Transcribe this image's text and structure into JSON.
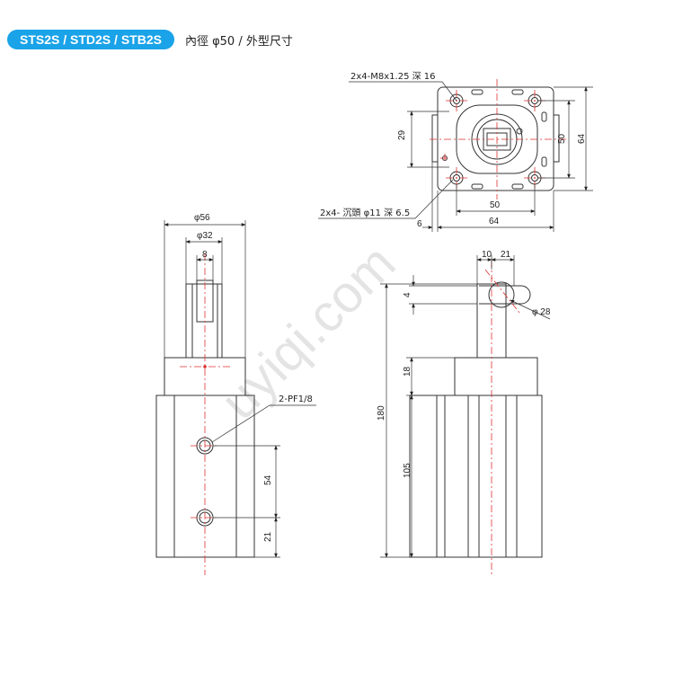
{
  "header": {
    "model": "STS2S / STD2S / STB2S",
    "spec": "內徑 φ50 / 外型尺寸"
  },
  "top_view": {
    "tap_note": "2x4-M8x1.25 深 16",
    "cbore_note": "2x4- 沉頭 φ11 深 6.5",
    "dim_29": "29",
    "dim_50_v": "50",
    "dim_64_v": "64",
    "dim_50_h": "50",
    "dim_64_h": "64",
    "dim_6": "6"
  },
  "front_view": {
    "dia_56": "φ56",
    "dia_32": "φ32",
    "dim_8": "8",
    "port_note": "2-PF1/8",
    "dim_54": "54",
    "dim_21": "21"
  },
  "side_view": {
    "dim_10": "10",
    "dim_21": "21",
    "dim_4": "4",
    "dia_28": "φ 28",
    "dim_180": "180",
    "dim_18": "18",
    "dim_105": "105"
  },
  "watermark": "uyiqi.com",
  "colors": {
    "accent": "#1aa3e8",
    "centerline": "#e03030",
    "outline": "#333333"
  }
}
